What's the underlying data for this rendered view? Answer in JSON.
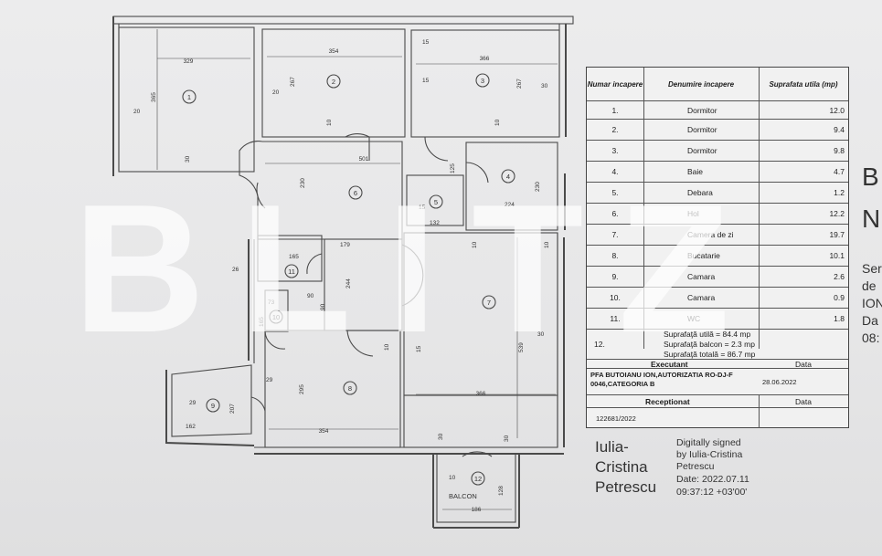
{
  "plan": {
    "rooms": [
      {
        "n": "1",
        "dim_a": "329",
        "dim_b": "365",
        "dim_c": "20"
      },
      {
        "n": "2",
        "dim_a": "354",
        "dim_b": "267",
        "dim_c": "20"
      },
      {
        "n": "3",
        "dim_a": "366",
        "dim_b": "267",
        "dim_c": "15",
        "dim_d": "30"
      },
      {
        "n": "4",
        "dim_a": "230"
      },
      {
        "n": "5",
        "dim_a": "132",
        "dim_b": "15",
        "dim_c": "125"
      },
      {
        "n": "6",
        "dim_a": "501",
        "dim_b": "230",
        "dim_c": "224"
      },
      {
        "n": "7",
        "dim_a": "366",
        "dim_b": "539",
        "dim_c": "30"
      },
      {
        "n": "8",
        "dim_a": "354",
        "dim_b": "295"
      },
      {
        "n": "9",
        "dim_a": "162",
        "dim_b": "207",
        "dim_c": "29"
      },
      {
        "n": "10",
        "dim_a": "73",
        "dim_b": "165"
      },
      {
        "n": "11",
        "dim_a": "165",
        "dim_b": "244",
        "dim_c": "26"
      },
      {
        "n": "12",
        "dim_a": "186",
        "dim_b": "128",
        "dim_c": "10"
      }
    ],
    "misc_dims": [
      "179",
      "90",
      "90",
      "30",
      "30",
      "15",
      "10",
      "10",
      "10",
      "10",
      "15",
      "30",
      "29",
      "10"
    ],
    "balcon_label": "BALCON"
  },
  "table": {
    "headers": [
      "Numar incapere",
      "Denumire incapere",
      "Suprafata utila (mp)"
    ],
    "rows": [
      {
        "num": "1.",
        "name": "Dormitor",
        "area": "12.0"
      },
      {
        "num": "2.",
        "name": "Dormitor",
        "area": "9.4"
      },
      {
        "num": "3.",
        "name": "Dormitor",
        "area": "9.8"
      },
      {
        "num": "4.",
        "name": "Baie",
        "area": "4.7"
      },
      {
        "num": "5.",
        "name": "Debara",
        "area": "1.2"
      },
      {
        "num": "6.",
        "name": "Hol",
        "area": "12.2"
      },
      {
        "num": "7.",
        "name": "Camera de zi",
        "area": "19.7"
      },
      {
        "num": "8.",
        "name": "Bucatarie",
        "area": "10.1"
      },
      {
        "num": "9.",
        "name": "Camara",
        "area": "2.6"
      },
      {
        "num": "10.",
        "name": "Camara",
        "area": "0.9"
      },
      {
        "num": "11.",
        "name": "WC",
        "area": "1.8"
      }
    ],
    "sum_util": "Suprafaţă utilă = 84.4 mp",
    "row12_num": "12.",
    "sum_balcon": "Suprafaţă  balcon = 2.3 mp",
    "sum_total": "Suprafaţă totală = 86.7  mp",
    "executant_label": "Executant",
    "data_label": "Data",
    "executant_name": "PFA BUTOIANU ION,AUTORIZATIA RO-DJ-F 0046,CATEGORIA B",
    "executant_date": "28.06.2022",
    "receptionat_label": "Receptionat",
    "data_label2": "Data",
    "receptionat_value": "122681/2022"
  },
  "signature": {
    "name_lines": [
      "Iulia-",
      "Cristina",
      "Petrescu"
    ],
    "details": [
      "Digitally signed",
      "by Iulia-Cristina",
      "Petrescu",
      "Date: 2022.07.11",
      "09:37:12 +03'00'"
    ]
  },
  "right_cut": {
    "big": [
      "B",
      "N"
    ],
    "small": [
      "Ser",
      "de",
      "ION",
      "Da",
      "08:"
    ]
  },
  "watermark": "BLITZ"
}
